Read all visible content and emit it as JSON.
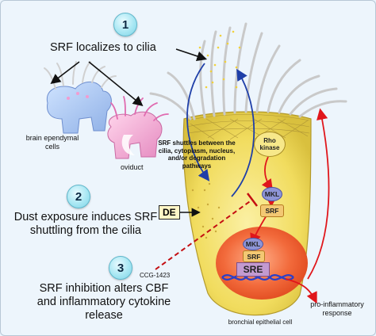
{
  "steps": [
    {
      "number": "1",
      "text": "SRF localizes to cilia"
    },
    {
      "number": "2",
      "text": "Dust exposure induces SRF shuttling from the cilia"
    },
    {
      "number": "3",
      "text": "SRF inhibition alters CBF and inflammatory cytokine release"
    }
  ],
  "labels": {
    "brain_ependymal": "brain ependymal cells",
    "oviduct": "oviduct",
    "shuttle_note": "SRF shuttles between the cilia, cytoplasm, nucleus, and/or degradation pathways",
    "de": "DE",
    "rho_kinase": "Rho kinase",
    "mkl": "MKL",
    "srf": "SRF",
    "sre": "SRE",
    "ccg": "CCG-1423",
    "bronchial_cell": "bronchial epithelial cell",
    "pro_inflammatory": "pro-inflammatory response"
  },
  "colors": {
    "cell_body": "#f3e06a",
    "nucleus": "#f06a3a",
    "arrow_red": "#e0161b",
    "arrow_blue": "#1f3fa8",
    "mkl_fill": "#8e95d6",
    "srf_fill": "#f3c873",
    "sre_fill": "#c39ad0",
    "dna": "#2a3fc9"
  }
}
